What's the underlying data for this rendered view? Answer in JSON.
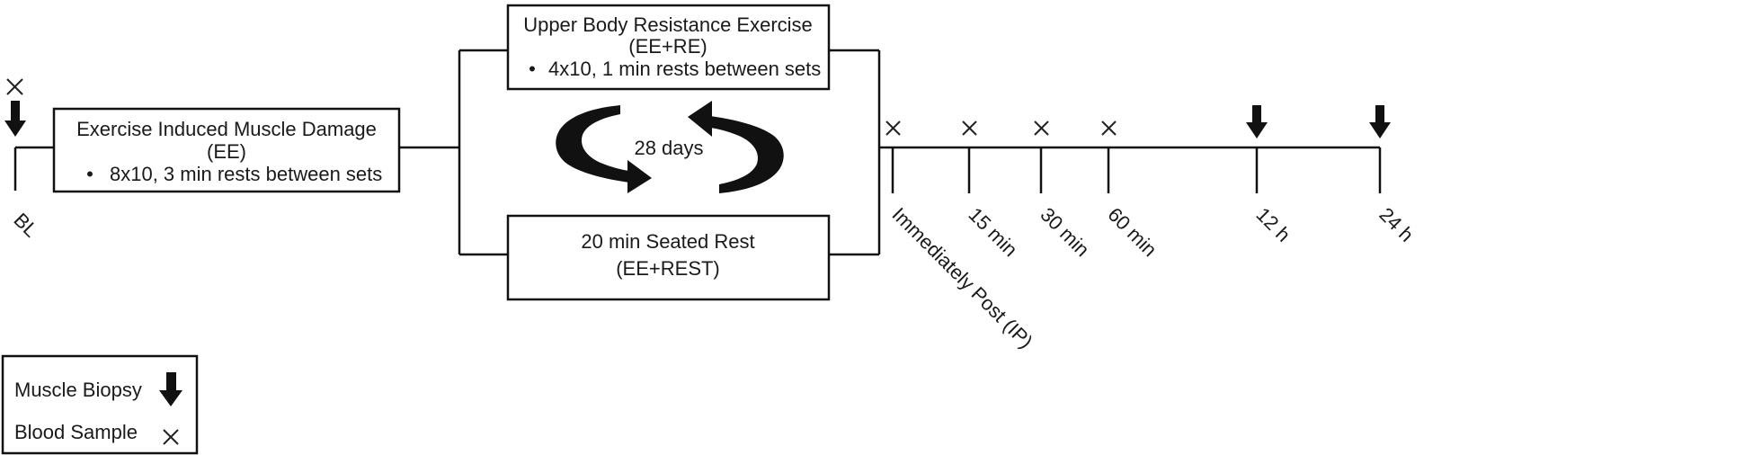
{
  "boxes": {
    "damage": {
      "title": "Exercise Induced Muscle Damage",
      "abbr": "(EE)",
      "bullet": "8x10, 3 min rests between sets"
    },
    "resistance": {
      "title": "Upper Body Resistance Exercise",
      "abbr": "(EE+RE)",
      "bullet": "4x10, 1 min rests between sets"
    },
    "rest": {
      "title": "20 min Seated Rest",
      "abbr": "(EE+REST)"
    }
  },
  "cycle_label": "28 days",
  "baseline_label": "BL",
  "timepoints": [
    {
      "label": "Immediately Post (IP)",
      "blood_sample": true,
      "muscle_biopsy": false
    },
    {
      "label": "15 min",
      "blood_sample": true,
      "muscle_biopsy": false
    },
    {
      "label": "30 min",
      "blood_sample": true,
      "muscle_biopsy": false
    },
    {
      "label": "60 min",
      "blood_sample": true,
      "muscle_biopsy": false
    },
    {
      "label": "12 h",
      "blood_sample": false,
      "muscle_biopsy": true
    },
    {
      "label": "24 h",
      "blood_sample": false,
      "muscle_biopsy": true
    }
  ],
  "legend": {
    "biopsy_label": "Muscle Biopsy",
    "blood_label": "Blood Sample",
    "biopsy_icon": "down-arrow-icon",
    "blood_icon": "cross-x-icon"
  },
  "bullet_char": "•"
}
